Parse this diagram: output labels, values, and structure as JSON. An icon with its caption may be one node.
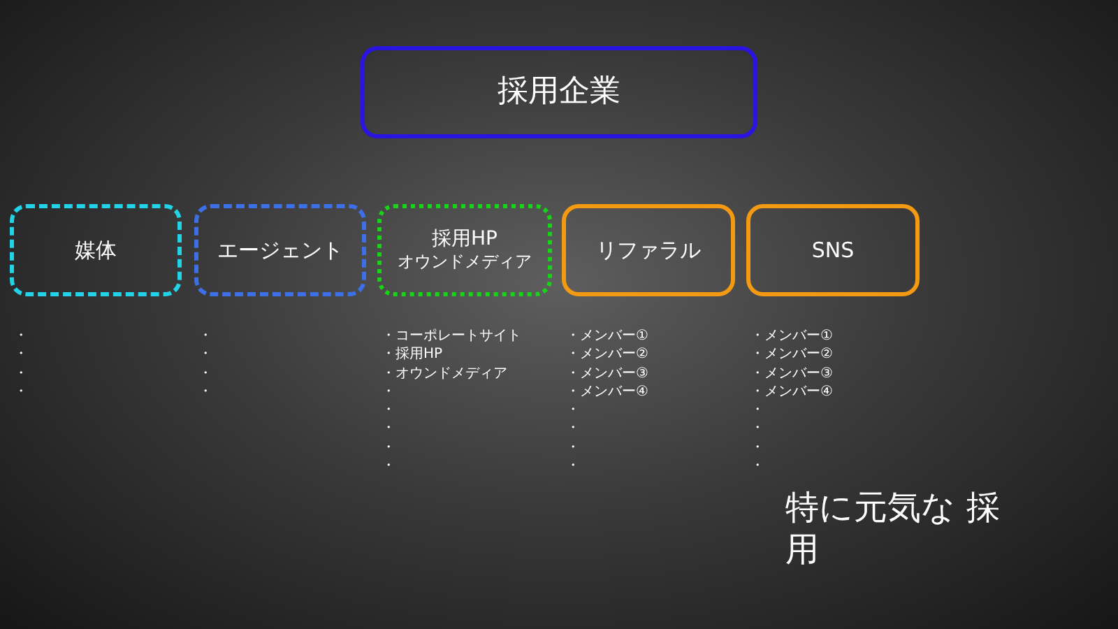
{
  "diagram": {
    "nodes": [
      {
        "text": [
          "採用企業"
        ]
      },
      {
        "text": [
          "媒体"
        ],
        "beside": [
          "・",
          "・",
          "・",
          "・"
        ]
      },
      {
        "text": [
          "エージェント"
        ],
        "beside": [
          "・",
          "・",
          "・",
          "・"
        ]
      },
      {
        "text": [
          "採用HP",
          "オウンドメディア"
        ],
        "beside": [
          "・コーポレートサイト",
          "・採用HP",
          "・オウンドメディア",
          "・",
          "・",
          "・",
          "・",
          "・"
        ]
      },
      {
        "text": [
          "リファラル"
        ],
        "beside": [
          "・メンバー①",
          "・メンバー②",
          "・メンバー③",
          "・メンバー④",
          "・",
          "・",
          "・",
          "・"
        ]
      },
      {
        "text": [
          "SNS"
        ],
        "beside": [
          "・メンバー①",
          "・メンバー②",
          "・メンバー③",
          "・メンバー④",
          "・",
          "・",
          "・",
          "・"
        ]
      }
    ],
    "labels": [
      "特に元気な 採用"
    ]
  }
}
